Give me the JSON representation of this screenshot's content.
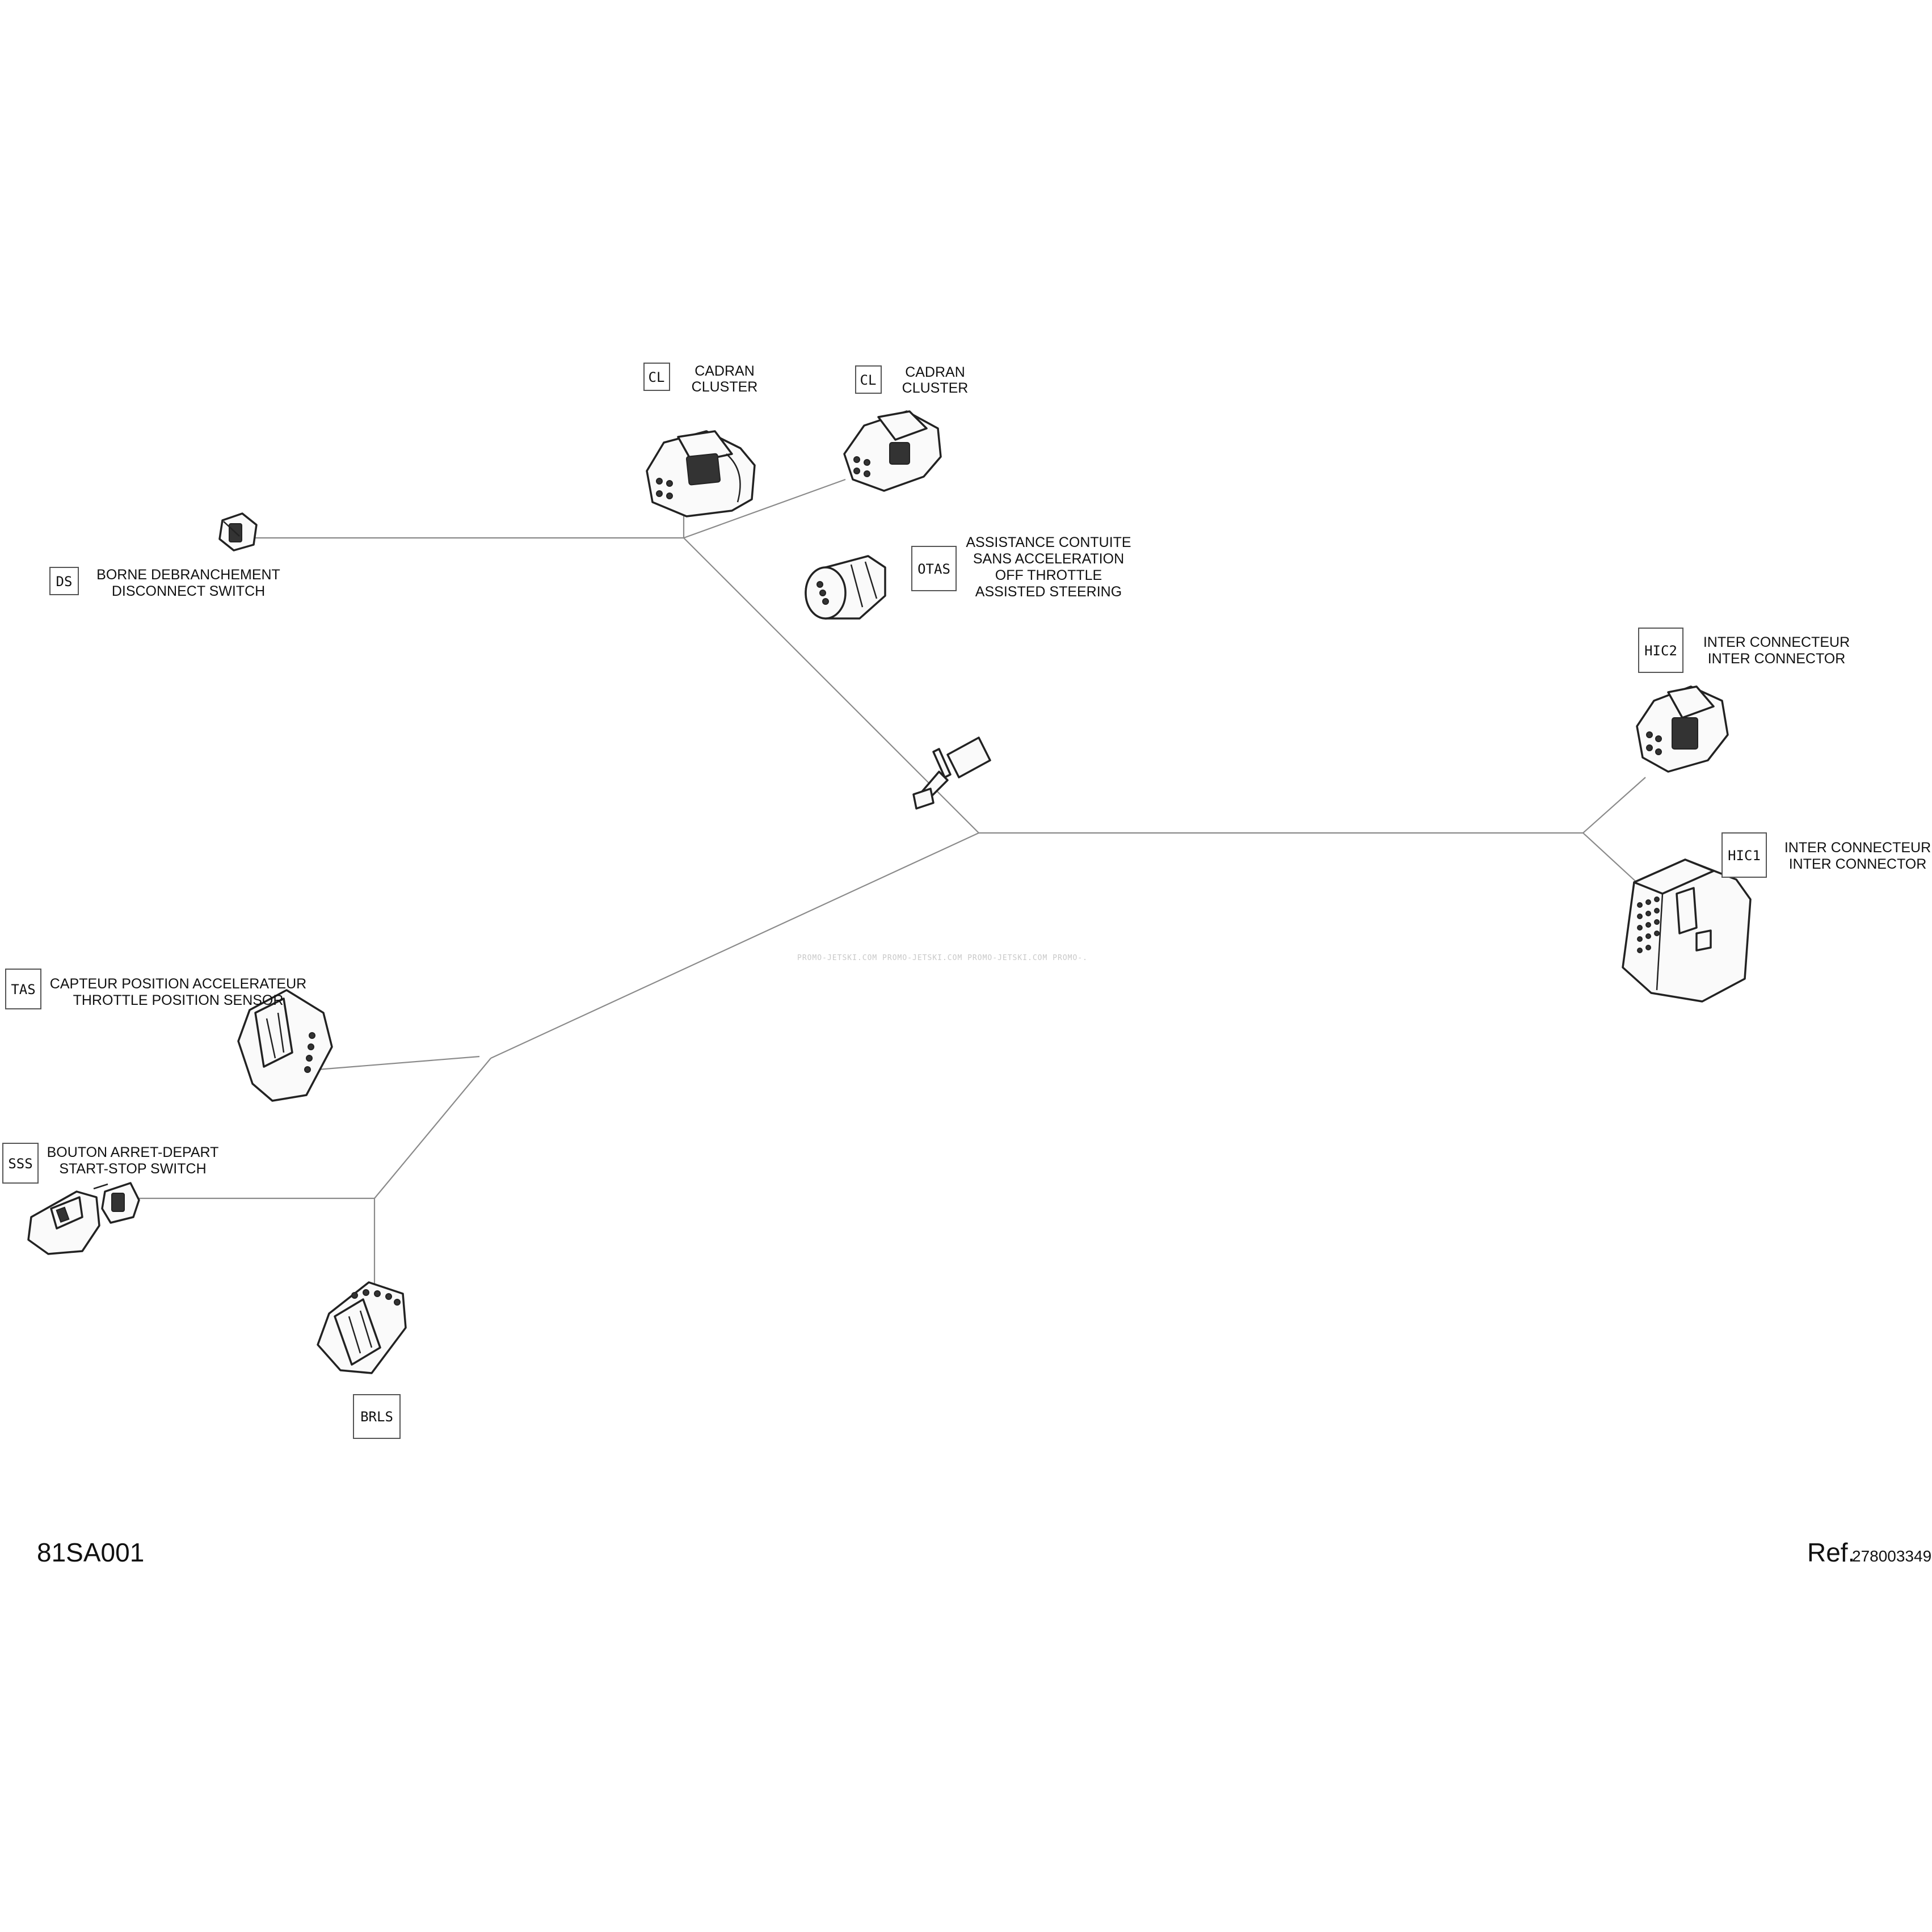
{
  "diagram": {
    "figure_id": "81SA001",
    "reference_label": "Ref.",
    "reference_number": "278003349",
    "watermark": "PROMO-JETSKI.COM  PROMO-JETSKI.COM  PROMO-JETSKI.COM  PROMO-.",
    "connectors": {
      "cl1": {
        "code": "CL",
        "lines": [
          "CADRAN",
          "CLUSTER"
        ]
      },
      "cl2": {
        "code": "CL",
        "lines": [
          "CADRAN",
          "CLUSTER"
        ]
      },
      "ds": {
        "code": "DS",
        "lines": [
          "BORNE DEBRANCHEMENT",
          "DISCONNECT SWITCH"
        ]
      },
      "otas": {
        "code": "OTAS",
        "lines": [
          "ASSISTANCE CONTUITE",
          "SANS ACCELERATION",
          "OFF THROTTLE",
          "ASSISTED STEERING"
        ]
      },
      "hic2": {
        "code": "HIC2",
        "lines": [
          "INTER CONNECTEUR",
          "INTER CONNECTOR"
        ]
      },
      "hic1": {
        "code": "HIC1",
        "lines": [
          "INTER CONNECTEUR",
          "INTER CONNECTOR"
        ]
      },
      "tas": {
        "code": "TAS",
        "lines": [
          "CAPTEUR POSITION ACCELERATEUR",
          "THROTTLE POSITION SENSOR"
        ]
      },
      "sss": {
        "code": "SSS",
        "lines": [
          "BOUTON ARRET-DEPART",
          "START-STOP SWITCH"
        ]
      },
      "brls": {
        "code": "BRLS",
        "lines": []
      }
    }
  }
}
